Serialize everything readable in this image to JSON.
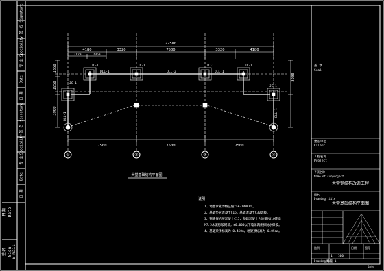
{
  "drawing": {
    "dims_top": {
      "overall": "22500",
      "segments": [
        "4180",
        "3320",
        "7500",
        "3320",
        "4180"
      ],
      "sub_left": [
        "2120",
        "2060"
      ]
    },
    "dims_side": {
      "left": [
        "1850",
        "1950",
        "3900"
      ],
      "right": [
        "3900"
      ]
    },
    "dims_bottom": [
      "7500",
      "7500",
      "7500"
    ],
    "axes": [
      "①",
      "②",
      "③",
      "④"
    ],
    "labels": {
      "jc1": [
        "JC-1",
        "JC-1",
        "JC-1",
        "JC-1",
        "JC-1",
        "JC-1"
      ],
      "dll1": [
        "DLL-1",
        "DLL-1",
        "DLL-1",
        "DLL-1"
      ],
      "dll2": "DLL-2"
    },
    "plan_title": "大堂基础结构平面图",
    "notes": {
      "heading": "说明",
      "lines": [
        "1、地基承载力特征值fak=140KPa。",
        "2、基础垫层混凝土C15，基础混凝土C30等级。",
        "3、钢筋保护层混凝土C15，基础混凝土为地梁MU10砖墙",
        "   M7.5水泥砂浆砌筑，±0.000以下墙体两侧抹防水砂浆。",
        "4、基础梁顶标高为-0.450m，地梁顶标高为-0.05mm。"
      ]
    }
  },
  "left_strip": {
    "cells": [
      "Signature",
      "签 名",
      "Speciality",
      "专 业",
      "Date",
      "日 期",
      "Signature",
      "签 名",
      "Speciality",
      "专 业",
      "Date",
      "日 期"
    ],
    "bottom": [
      "日期",
      "Date",
      "签名",
      "Sign",
      "E-mail"
    ]
  },
  "title_block": {
    "seal": [
      "盖 章",
      "Seal"
    ],
    "client": [
      "建设单位",
      "Client"
    ],
    "project": [
      "工程名称",
      "Project"
    ],
    "subproject_label": [
      "子项名称",
      "Name of subproject"
    ],
    "subproject": "大堂钢结构改造工程",
    "drawing_title_label": [
      "图名",
      "Drawing title"
    ],
    "drawing_title": "大堂基础结构平面图",
    "scale": "1 : 100",
    "scale_note": "比例",
    "date_label": "日期",
    "drawing_no_label": "图号",
    "drawing_no": "结施-1",
    "footer_left": "Drawing No.",
    "footer_right": "Date"
  }
}
